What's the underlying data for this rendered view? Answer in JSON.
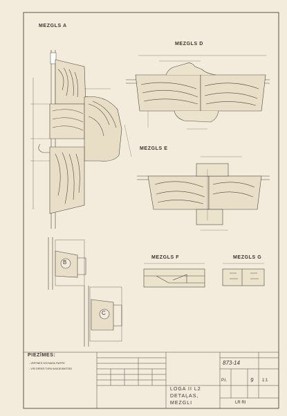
{
  "drawing": {
    "details": {
      "a": "MEZGLS A",
      "d": "MEZGLS D",
      "e": "MEZGLS E",
      "f": "MEZGLS F",
      "g": "MEZGLS G"
    },
    "callouts": {
      "b": "B",
      "c": "C"
    },
    "notes": {
      "heading": "PIEZĪMES:",
      "items": [
        "- VERTNES VISI MASU RATĪTE",
        "- VISI DRSES TURA KAUDEJIMOTĀS"
      ]
    }
  },
  "title_block": {
    "sheet_title_lines": [
      "LOGA II L2",
      "DETAĻAS,",
      "MEZGLI"
    ],
    "drawing_number": "873-14",
    "sheet_code": "P.I.",
    "sheet_no": "9",
    "scale": "1:1",
    "bottom_right": "LR  RI"
  }
}
